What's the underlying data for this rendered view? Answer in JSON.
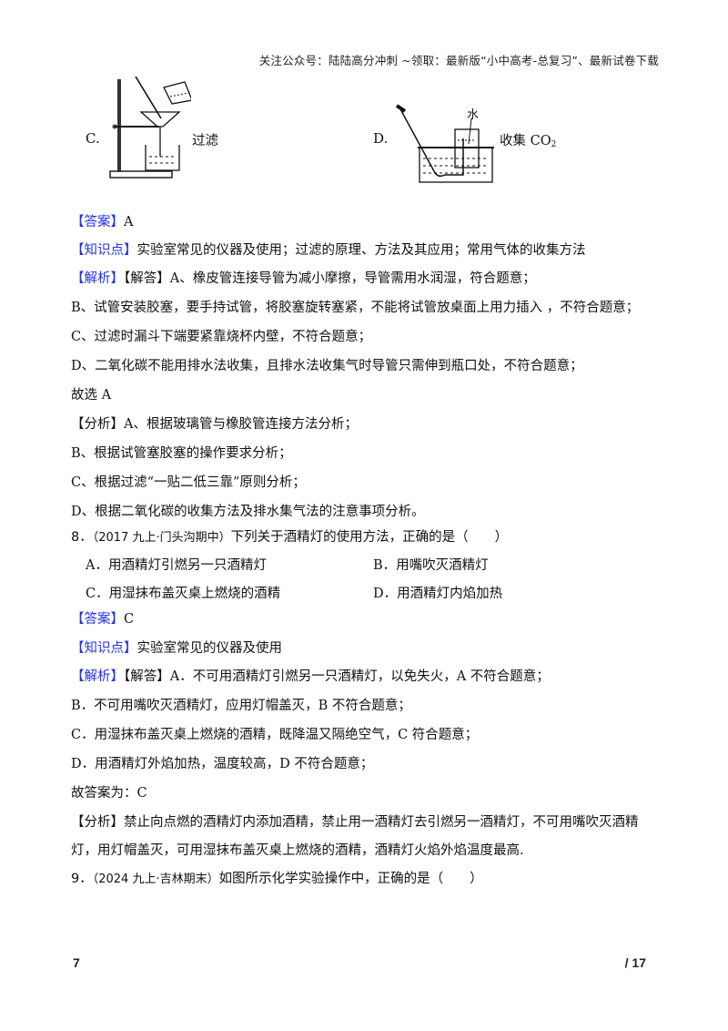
{
  "header": {
    "note": "关注公众号：陆陆高分冲刺  ~领取：最新版“小中高考-总复习”、最新试卷下载"
  },
  "q7_figures": {
    "c": {
      "label": "C.",
      "caption": "过滤",
      "icon": "filtration-apparatus-icon"
    },
    "d": {
      "label": "D.",
      "caption_prefix": "收集 CO",
      "caption_sub": "2",
      "water_label": "水",
      "icon": "gas-collection-apparatus-icon"
    }
  },
  "q7_solution": {
    "answer_tag": "【答案】",
    "answer": "A",
    "knowledge_tag": "【知识点】",
    "knowledge": "实验室常见的仪器及使用；过滤的原理、方法及其应用；常用气体的收集方法",
    "analysis_tag": "【解析】",
    "lines": [
      "【解答】A、橡皮管连接导管为减小摩擦，导管需用水润湿，符合题意；",
      "B、试管安装胶塞，要手持试管，将胶塞旋转塞紧，不能将试管放桌面上用力插入 ，不符合题意；",
      "C、过滤时漏斗下端要紧靠烧杯内壁，不符合题意；",
      "D、二氧化碳不能用排水法收集，且排水法收集气时导管只需伸到瓶口处，不符合题意；",
      "故选 A"
    ],
    "fenxi": [
      "【分析】A、根据玻璃管与橡胶管连接方法分析；",
      "B、根据试管塞胶塞的操作要求分析；",
      "C、根据过滤“一贴二低三靠”原则分析；",
      "D、根据二氧化碳的收集方法及排水集气法的注意事项分析。"
    ]
  },
  "q8": {
    "number": "8．",
    "source": "（2017 九上·门头沟期中）",
    "stem": "下列关于酒精灯的使用方法，正确的是（　　）",
    "options": [
      {
        "label": "A．",
        "text": "用酒精灯引燃另一只酒精灯"
      },
      {
        "label": "B．",
        "text": "用嘴吹灭酒精灯"
      },
      {
        "label": "C．",
        "text": "用湿抹布盖灭桌上燃烧的酒精"
      },
      {
        "label": "D．",
        "text": "用酒精灯内焰加热"
      }
    ],
    "answer_tag": "【答案】",
    "answer": "C",
    "knowledge_tag": "【知识点】",
    "knowledge": "实验室常见的仪器及使用",
    "analysis_tag": "【解析】",
    "lines": [
      "【解答】A．不可用酒精灯引燃另一只酒精灯，以免失火，A 不符合题意；",
      " B．不可用嘴吹灭酒精灯，应用灯帽盖灭，B 不符合题意；",
      "C．用湿抹布盖灭桌上燃烧的酒精，既降温又隔绝空气，C 符合题意；",
      "D．用酒精灯外焰加热，温度较高，D 不符合题意；",
      "故答案为：C"
    ],
    "fenxi": [
      "【分析】禁止向点燃的酒精灯内添加酒精，禁止用一酒精灯去引燃另一酒精灯，不可用嘴吹灭酒精",
      "灯，用灯帽盖灭，可用湿抹布盖灭桌上燃烧的酒精，酒精灯火焰外焰温度最高."
    ]
  },
  "q9": {
    "number": "9．",
    "source": "（2024 九上·吉林期末）",
    "stem": "如图所示化学实验操作中，正确的是（　　）"
  },
  "footer": {
    "page": "7",
    "total": "/ 17"
  }
}
